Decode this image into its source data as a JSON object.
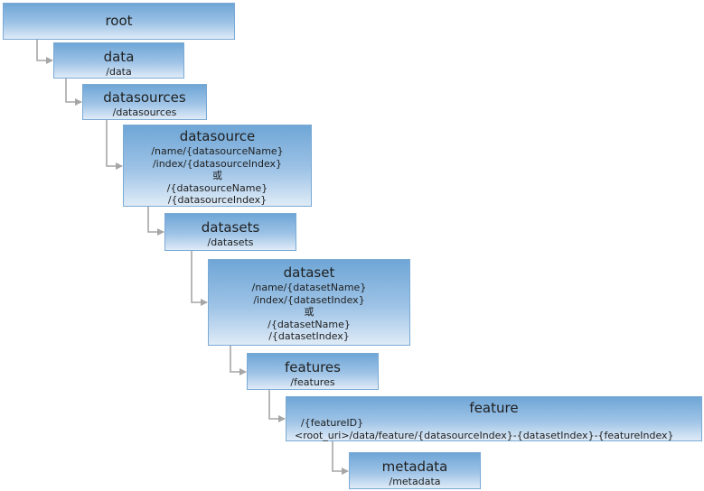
{
  "nodes": [
    {
      "id": "root",
      "title": "root",
      "lines": []
    },
    {
      "id": "data",
      "title": "data",
      "lines": [
        "/data"
      ]
    },
    {
      "id": "datasources",
      "title": "datasources",
      "lines": [
        "/datasources"
      ]
    },
    {
      "id": "datasource",
      "title": "datasource",
      "lines": [
        "/name/{datasourceName}",
        "/index/{datasourceIndex}",
        "或",
        "/{datasourceName}",
        "/{datasourceIndex}"
      ]
    },
    {
      "id": "datasets",
      "title": "datasets",
      "lines": [
        "/datasets"
      ]
    },
    {
      "id": "dataset",
      "title": "dataset",
      "lines": [
        "/name/{datasetName}",
        "/index/{datasetIndex}",
        "或",
        "/{datasetName}",
        "/{datasetIndex}"
      ]
    },
    {
      "id": "features",
      "title": "features",
      "lines": [
        "/features"
      ]
    },
    {
      "id": "feature",
      "title": "feature",
      "lines": [
        "/{featureID}",
        "<root_uri>/data/feature/{datasourceIndex}-{datasetIndex}-{featureIndex}"
      ]
    },
    {
      "id": "metadata",
      "title": "metadata",
      "lines": [
        "/metadata"
      ]
    }
  ],
  "edges": [
    {
      "from": "root",
      "to": "data"
    },
    {
      "from": "data",
      "to": "datasources"
    },
    {
      "from": "datasources",
      "to": "datasource"
    },
    {
      "from": "datasource",
      "to": "datasets"
    },
    {
      "from": "datasets",
      "to": "dataset"
    },
    {
      "from": "dataset",
      "to": "features"
    },
    {
      "from": "features",
      "to": "feature"
    },
    {
      "from": "feature",
      "to": "metadata"
    }
  ],
  "colors": {
    "connector": "#a6a6a6",
    "node_border": "#7aaad4"
  }
}
